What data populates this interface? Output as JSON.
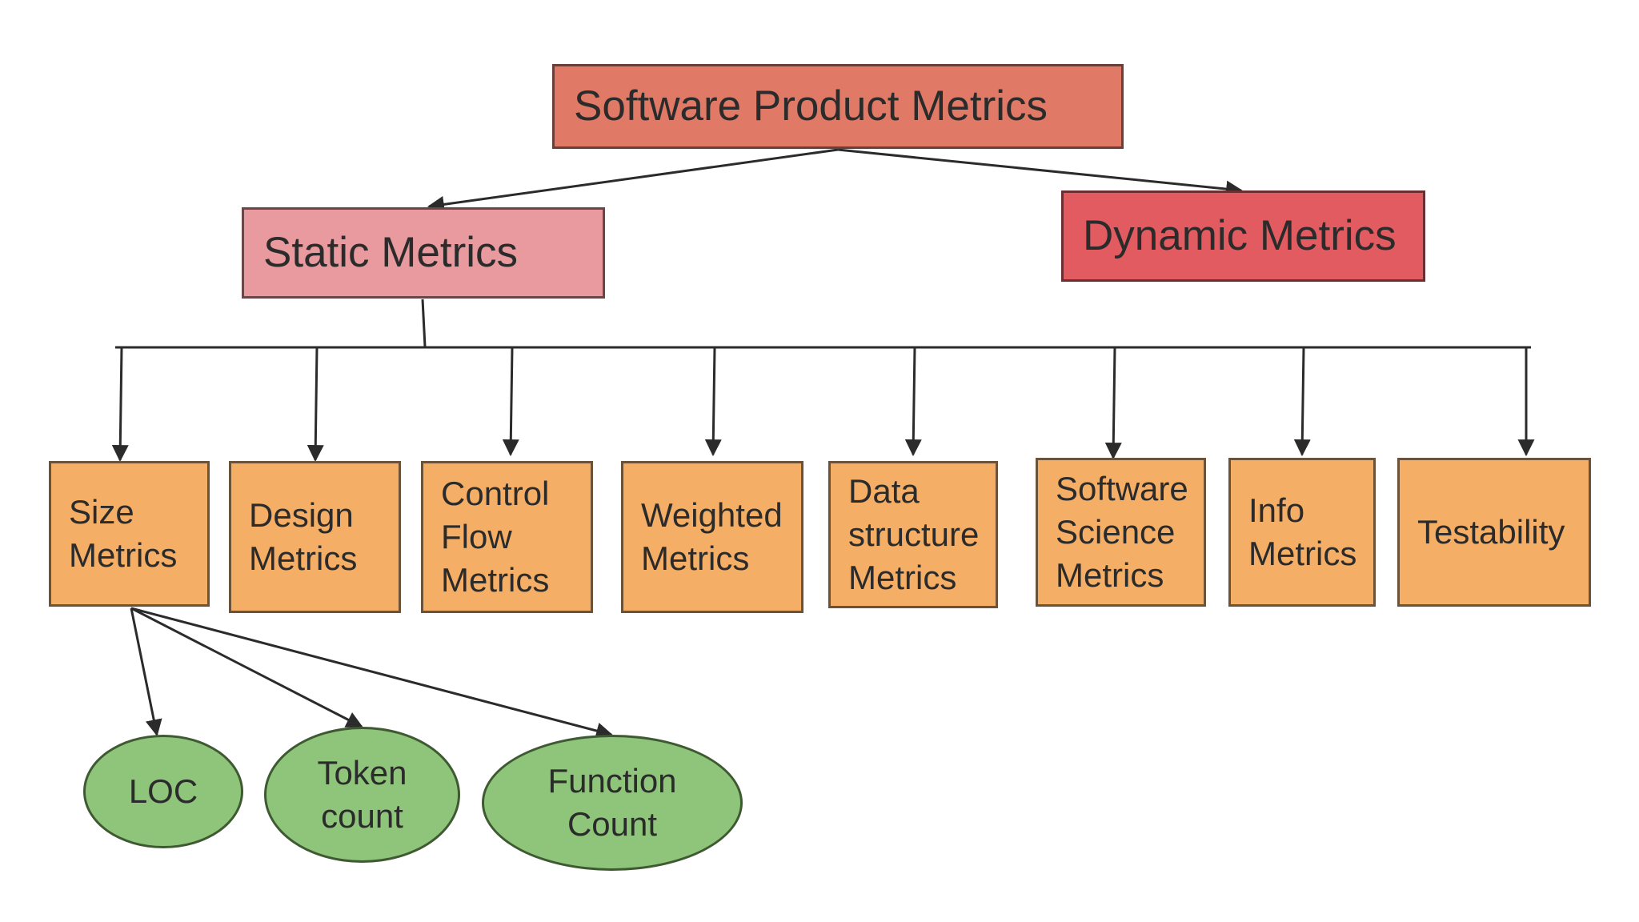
{
  "diagram": {
    "root": {
      "label": "Software Product Metrics"
    },
    "static": {
      "label": "Static Metrics"
    },
    "dynamic": {
      "label": "Dynamic Metrics"
    },
    "static_children": [
      {
        "label": "Size\nMetrics"
      },
      {
        "label": "Design\nMetrics"
      },
      {
        "label": "Control\nFlow\nMetrics"
      },
      {
        "label": "Weighted\nMetrics"
      },
      {
        "label": "Data\nstructure\nMetrics"
      },
      {
        "label": "Software\nScience\nMetrics"
      },
      {
        "label": "Info\nMetrics"
      },
      {
        "label": "Testability"
      }
    ],
    "size_children": [
      {
        "label": "LOC"
      },
      {
        "label": "Token\ncount"
      },
      {
        "label": "Function\nCount"
      }
    ],
    "colors": {
      "root_fill": "#e07a66",
      "static_fill": "#e89a9e",
      "dynamic_fill": "#e25b60",
      "leaf_fill": "#f4ae66",
      "ellipse_fill": "#8fc57a",
      "line": "#2b2b2b"
    }
  }
}
